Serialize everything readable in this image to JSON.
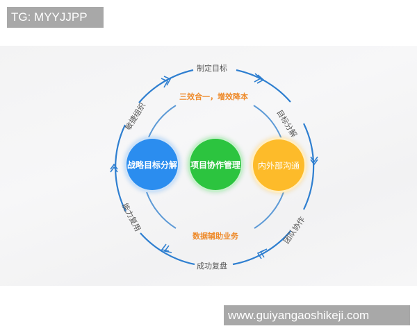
{
  "watermarks": {
    "top": "TG: MYYJJPP",
    "bottom": "www.guiyangaoshikeji.com"
  },
  "diagram": {
    "outer_cycle_labels": {
      "top": "制定目标",
      "upper_right": "目标分解",
      "lower_right": "团队协作",
      "bottom": "成功复盘",
      "lower_left": "能力复用",
      "upper_left": "敏捷组织"
    },
    "inner_labels": {
      "top": "三效合一，增效降本",
      "bottom": "数据辅助业务"
    },
    "nodes": [
      {
        "label": "战略目标分解",
        "color": "#2b8def"
      },
      {
        "label": "项目协作管理",
        "color": "#2cc43f"
      },
      {
        "label": "内外部沟通",
        "color": "#fdbb2a"
      }
    ],
    "colors": {
      "outer_ring": "#2f7fd0",
      "inner_ring": "#5d9ad6",
      "accent_orange": "#ee8a2a",
      "label_text": "#555555"
    }
  }
}
